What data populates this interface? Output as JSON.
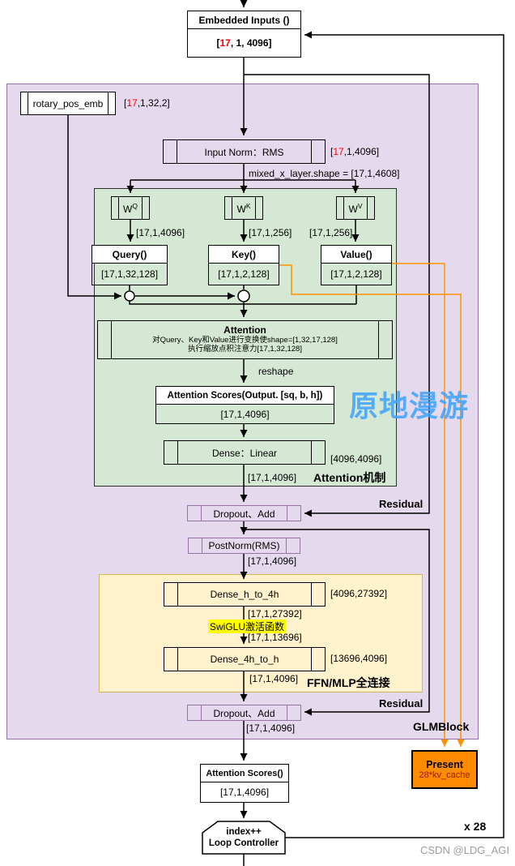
{
  "colors": {
    "purple_fill": "#e5daed",
    "purple_border": "#9673a6",
    "green_fill": "#d5e8d4",
    "yellow_fill": "#fff2cc",
    "yellow_border": "#d6b656",
    "present_fill": "#ff8c00",
    "orange_line": "#ff9100",
    "red_text": "#ff0000",
    "watermark_blue": "#3da2ff",
    "swiglu_highlight": "#ffff00"
  },
  "embedded_inputs": {
    "title": "Embedded Inputs  ()",
    "shape_pre": "[",
    "shape_red": "17",
    "shape_post": ", 1, 4096]"
  },
  "rotary": {
    "label": "rotary_pos_emb",
    "shape_pre": "[",
    "shape_red": "17",
    "shape_post": ",1,32,2]"
  },
  "input_norm": {
    "label": "Input Norm：RMS",
    "shape_pre": "[",
    "shape_red": "17",
    "shape_post": ",1,4096]"
  },
  "mixed_label": "mixed_x_layer.shape = [17,1,4608]",
  "w_q": {
    "base": "W",
    "sup": "Q",
    "shape": "[17,1,4096]"
  },
  "w_k": {
    "base": "W",
    "sup": "K",
    "shape": "[17,1,256]"
  },
  "w_v": {
    "base": "W",
    "sup": "V",
    "shape": "[17,1,256]"
  },
  "query": {
    "title": "Query()",
    "shape": "[17,1,32,128]"
  },
  "key": {
    "title": "Key()",
    "shape": "[17,1,2,128]"
  },
  "value": {
    "title": "Value()",
    "shape": "[17,1,2,128]"
  },
  "attention": {
    "title": "Attention",
    "line1": "对Query、Key和Value进行变换使shape=[1,32,17,128]",
    "line2": "执行缩放点积注意力[17,1,32,128]"
  },
  "reshape_label": "reshape",
  "attn_scores_out": {
    "title": "Attention Scores(Output. [sq, b, h])",
    "shape": "[17,1,4096]"
  },
  "dense_linear": {
    "label": "Dense：Linear",
    "weight_shape": "[4096,4096]",
    "out_shape": "[17,1,4096]"
  },
  "attention_block_label": "Attention机制",
  "dropout1": {
    "label": "Dropout、Add"
  },
  "residual1": "Residual",
  "postnorm": {
    "label": "PostNorm(RMS)",
    "out_shape": "[17,1,4096]"
  },
  "ffn": {
    "dense_h_to_4h": "Dense_h_to_4h",
    "h4h_weight_shape": "[4096,27392]",
    "h4h_out_shape": "[17,1,27392]",
    "swiglu_label": "SwiGLU激活函数",
    "swiglu_out_shape": "[17,1,13696]",
    "dense_4h_to_h": "Dense_4h_to_h",
    "hh_weight_shape": "[13696,4096]",
    "hh_out_shape": "[17,1,4096]",
    "block_label": "FFN/MLP全连接"
  },
  "dropout2": {
    "label": "Dropout、Add",
    "out_shape": "[17,1,4096]"
  },
  "residual2": "Residual",
  "glm_block_label": "GLMBlock",
  "present": {
    "title": "Present",
    "subtitle": "28*kv_cache"
  },
  "attn_scores_final": {
    "title": "Attention Scores()",
    "shape": "[17,1,4096]"
  },
  "loop_controller": {
    "line1": "index++",
    "line2": "Loop Controller"
  },
  "repeat_label": "x 28",
  "watermark_center": "原地漫游",
  "watermark_csdn": "CSDN @LDG_AGI"
}
